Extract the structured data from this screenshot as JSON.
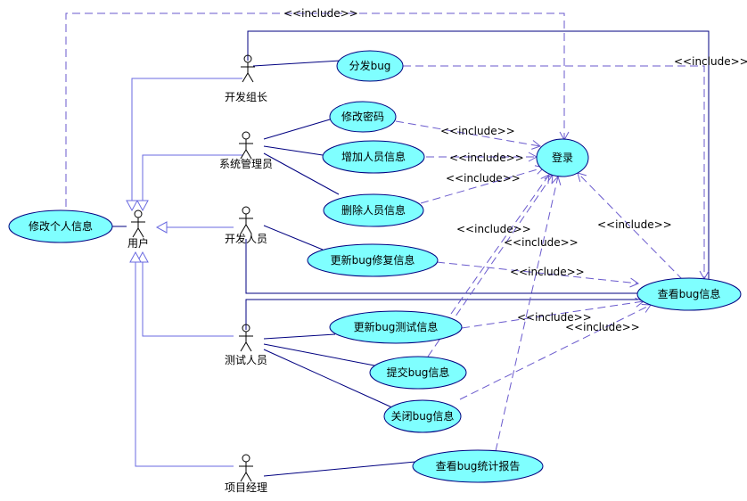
{
  "actors": {
    "dev_lead": "开发组长",
    "sys_admin": "系统管理员",
    "developer": "开发人员",
    "tester": "测试人员",
    "pm": "项目经理",
    "user": "用户"
  },
  "use_cases": {
    "distribute_bug": "分发bug",
    "change_password": "修改密码",
    "add_person": "增加人员信息",
    "delete_person": "删除人员信息",
    "update_fix": "更新bug修复信息",
    "update_test": "更新bug测试信息",
    "submit_bug": "提交bug信息",
    "close_bug": "关闭bug信息",
    "view_stats": "查看bug统计报告",
    "login": "登录",
    "view_bug": "查看bug信息",
    "edit_personal": "修改个人信息"
  },
  "include_label": "<<include>>"
}
